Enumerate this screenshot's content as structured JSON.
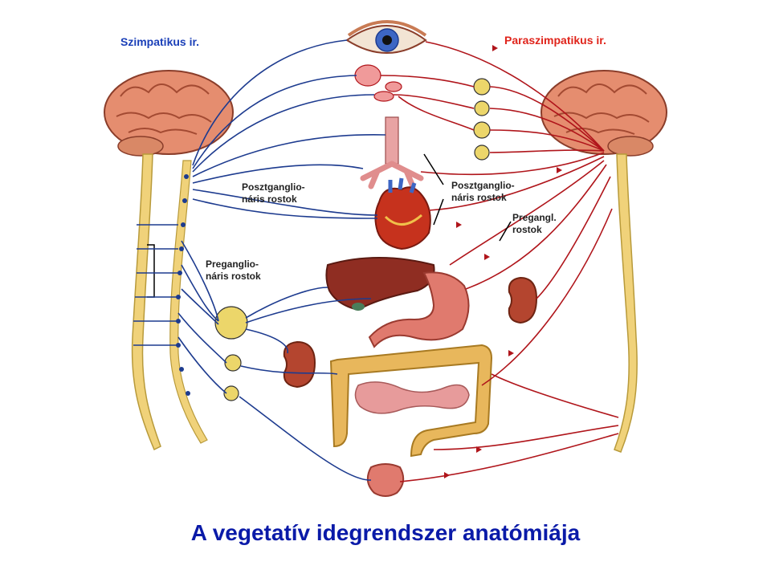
{
  "sympathetic_title": "Szimpatikus ir.",
  "parasympathetic_title": "Paraszimpatikus ir.",
  "labels": {
    "postganglionic_left_1": "Posztganglio-",
    "postganglionic_left_2": "náris rostok",
    "preganglionic_left_1": "Preganglio-",
    "preganglionic_left_2": "náris rostok",
    "postganglionic_right_1": "Posztganglio-",
    "postganglionic_right_2": "náris rostok",
    "preganglionic_right_1": "Pregangl.",
    "preganglionic_right_2": "rostok"
  },
  "main_title": "A vegetatív idegrendszer anatómiája",
  "colors": {
    "sympathetic": "#1d3b8f",
    "parasympathetic": "#b0151b",
    "sympathetic_title": "#1a3fb8",
    "parasympathetic_title": "#e0241b",
    "main_title": "#0a1aa8",
    "brain": "#e58d6f",
    "spinal_cord": "#f0d27a",
    "liver": "#8f2d22",
    "stomach": "#e07a6e",
    "intestine": "#e8b75c",
    "kidney": "#b4452f",
    "heart": "#c6321d",
    "ganglion": "#ecd66a"
  },
  "icons": [
    "brain",
    "spinal-cord",
    "eye",
    "salivary-gland",
    "trachea-lungs",
    "heart",
    "liver",
    "stomach",
    "intestine",
    "kidney",
    "bladder",
    "ganglion"
  ]
}
